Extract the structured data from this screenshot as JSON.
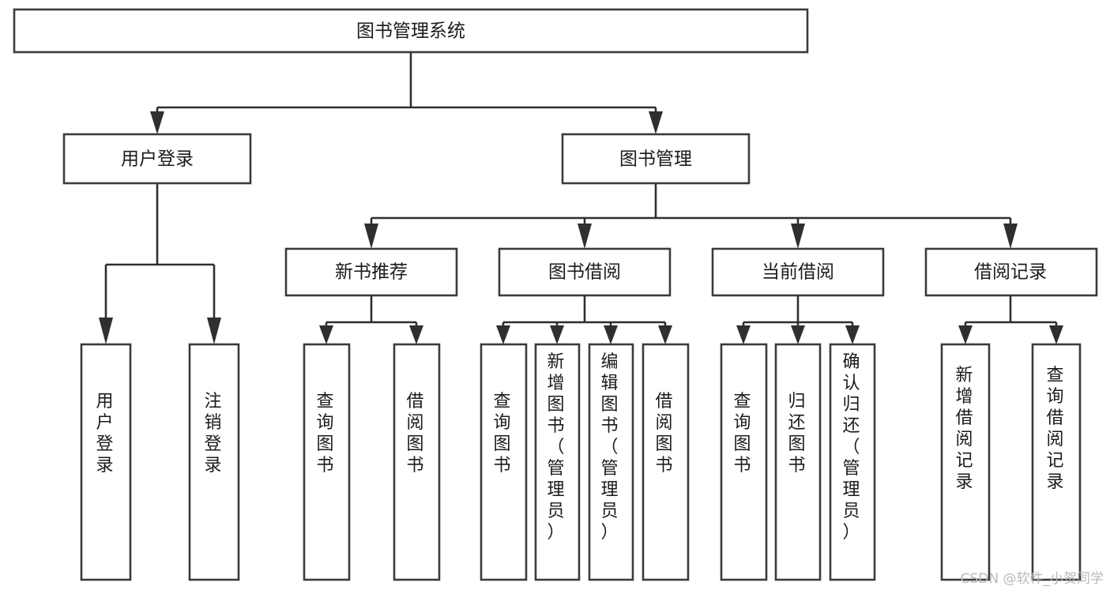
{
  "diagram": {
    "title": "图书管理系统",
    "type": "tree-hierarchy",
    "watermark": "CSDN @软件_小贺同学",
    "colors": {
      "background": "#ffffff",
      "stroke": "#3b3b3b",
      "edge": "#2f2f2f",
      "text": "#1b1b1b",
      "watermark": "#b9b9b9"
    },
    "root": {
      "id": "root",
      "label": "图书管理系统",
      "orientation": "horizontal"
    },
    "level2": [
      {
        "id": "user-login",
        "label": "用户登录",
        "orientation": "horizontal"
      },
      {
        "id": "book-management",
        "label": "图书管理",
        "orientation": "horizontal"
      }
    ],
    "level3": [
      {
        "id": "new-book-recommend",
        "label": "新书推荐",
        "orientation": "horizontal",
        "parent": "book-management"
      },
      {
        "id": "book-borrow",
        "label": "图书借阅",
        "orientation": "horizontal",
        "parent": "book-management"
      },
      {
        "id": "current-borrow",
        "label": "当前借阅",
        "orientation": "horizontal",
        "parent": "book-management"
      },
      {
        "id": "borrow-record",
        "label": "借阅记录",
        "orientation": "horizontal",
        "parent": "book-management"
      }
    ],
    "leaves": [
      {
        "id": "leaf-user-login",
        "label": "用户登录",
        "orientation": "vertical",
        "parent": "user-login"
      },
      {
        "id": "leaf-user-logout",
        "label": "注销登录",
        "orientation": "vertical",
        "parent": "user-login"
      },
      {
        "id": "leaf-query-book-1",
        "label": "查询图书",
        "orientation": "vertical",
        "parent": "new-book-recommend"
      },
      {
        "id": "leaf-borrow-book-1",
        "label": "借阅图书",
        "orientation": "vertical",
        "parent": "new-book-recommend"
      },
      {
        "id": "leaf-query-book-2",
        "label": "查询图书",
        "orientation": "vertical",
        "parent": "book-borrow"
      },
      {
        "id": "leaf-add-book",
        "label": "新增图书（管理员）",
        "orientation": "vertical",
        "parent": "book-borrow"
      },
      {
        "id": "leaf-edit-book",
        "label": "编辑图书（管理员）",
        "orientation": "vertical",
        "parent": "book-borrow"
      },
      {
        "id": "leaf-borrow-book-2",
        "label": "借阅图书",
        "orientation": "vertical",
        "parent": "book-borrow"
      },
      {
        "id": "leaf-query-book-3",
        "label": "查询图书",
        "orientation": "vertical",
        "parent": "current-borrow"
      },
      {
        "id": "leaf-return-book",
        "label": "归还图书",
        "orientation": "vertical",
        "parent": "current-borrow"
      },
      {
        "id": "leaf-confirm-return",
        "label": "确认归还（管理员）",
        "orientation": "vertical",
        "parent": "current-borrow"
      },
      {
        "id": "leaf-add-record",
        "label": "新增借阅记录",
        "orientation": "vertical",
        "parent": "borrow-record"
      },
      {
        "id": "leaf-query-record",
        "label": "查询借阅记录",
        "orientation": "vertical",
        "parent": "borrow-record"
      }
    ]
  }
}
